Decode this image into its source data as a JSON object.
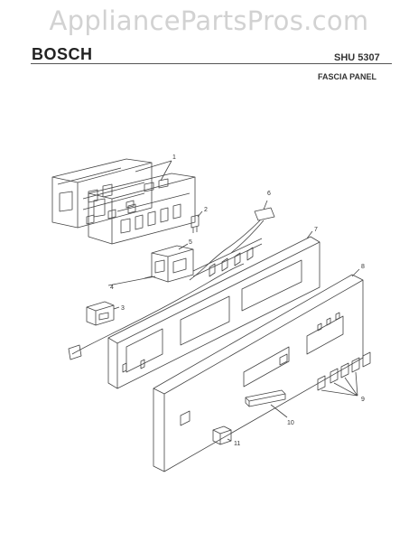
{
  "watermark": "AppliancePartsPros.com",
  "brand": "BOSCH",
  "model": "SHU 5307",
  "subtitle": "FASCIA PANEL",
  "callouts": [
    "1",
    "2",
    "3",
    "4",
    "5",
    "6",
    "7",
    "8",
    "9",
    "10",
    "11"
  ]
}
